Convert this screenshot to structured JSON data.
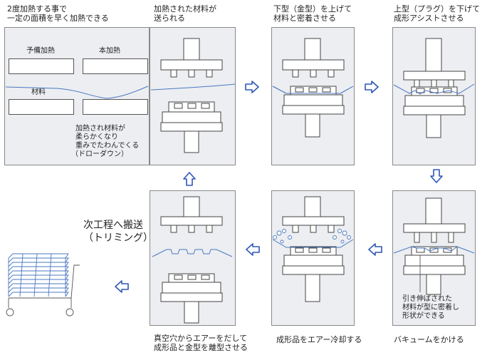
{
  "steps": {
    "s1": {
      "caption_l1": "2度加熱する事で",
      "caption_l2": "一定の面積を早く加熱できる",
      "preheat": "予備加熱",
      "mainheat": "本加熱",
      "material": "材料",
      "note_l1": "加熱され材料が",
      "note_l2": "柔らかくなり",
      "note_l3": "重みでたわんでくる",
      "note_l4": "（ドローダウン）"
    },
    "s2": {
      "caption_l1": "加熱された材料が",
      "caption_l2": "送られる"
    },
    "s3": {
      "caption_l1": "下型（金型）を上げて",
      "caption_l2": "材料と密着させる"
    },
    "s4": {
      "caption_l1": "上型（プラグ）を下げて",
      "caption_l2": "成形アシストさせる"
    },
    "s5": {
      "caption": "バキュームをかける",
      "note_l1": "引き伸ばされた",
      "note_l2": "材料が型に密着し",
      "note_l3": "形状ができる"
    },
    "s6": {
      "caption": "成形品をエアー冷却する"
    },
    "s7": {
      "caption_l1": "真空穴からエアーをだして",
      "caption_l2": "成形品と金型を離型させる"
    },
    "s8": {
      "title_l1": "次工程へ搬送",
      "title_l2": "（トリミング）"
    }
  },
  "colors": {
    "panel": "#eceef1",
    "sheet": "#4a78c2",
    "arrow": "#2e57b8",
    "line": "#444444"
  }
}
